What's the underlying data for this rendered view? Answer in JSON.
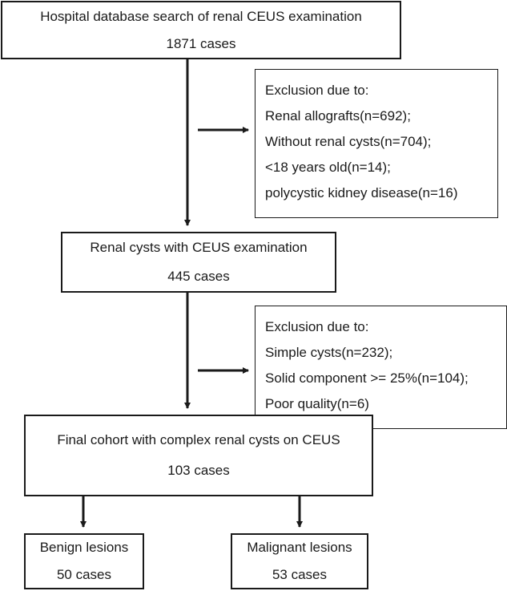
{
  "boxes": {
    "database": {
      "title": "Hospital database search of renal CEUS examination",
      "count": "1871 cases"
    },
    "exclusion1": {
      "heading": "Exclusion due to:",
      "items": [
        "Renal allografts(n=692);",
        "Without renal cysts(n=704);",
        "<18 years old(n=14);",
        "polycystic kidney disease(n=16)"
      ]
    },
    "renal_cysts": {
      "title": "Renal cysts with CEUS examination",
      "count": "445 cases"
    },
    "exclusion2": {
      "heading": "Exclusion due to:",
      "items": [
        "Simple cysts(n=232);",
        "Solid component >= 25%(n=104);",
        "Poor quality(n=6)"
      ]
    },
    "final": {
      "title": "Final cohort with complex renal cysts on CEUS",
      "count": "103 cases"
    },
    "benign": {
      "title": "Benign lesions",
      "count": "50 cases"
    },
    "malignant": {
      "title": "Malignant lesions",
      "count": "53 cases"
    }
  },
  "colors": {
    "line": "#1a1a1a",
    "background": "#ffffff"
  }
}
